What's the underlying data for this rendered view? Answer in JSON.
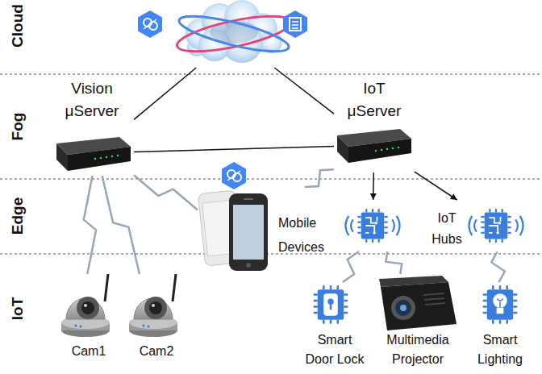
{
  "diagram": {
    "nodes": [
      {
        "text": [
          "Cloud"
        ]
      },
      {
        "text": [],
        "in": 0
      },
      {
        "text": [
          "Fog"
        ]
      },
      {
        "text": [
          "Vision μServer"
        ],
        "in": 2
      },
      {
        "text": [
          "IoT μServer"
        ],
        "in": 2
      },
      {
        "text": [
          "Edge"
        ]
      },
      {
        "text": [
          "Mobile Devices"
        ],
        "in": 5
      },
      {
        "text": [],
        "in": 5
      },
      {
        "text": [
          "IoT Hubs"
        ],
        "in": 5
      },
      {
        "text": [
          "IoT"
        ]
      },
      {
        "text": [
          "Cam1"
        ],
        "in": 9
      },
      {
        "text": [
          "Cam2"
        ],
        "in": 9
      },
      {
        "text": [
          "Smart Door Lock"
        ],
        "in": 9
      },
      {
        "text": [
          "Multimedia Projector"
        ],
        "in": 9
      },
      {
        "text": [
          "Smart Lighting"
        ],
        "in": 9
      }
    ],
    "edges": [
      {
        "from": 1,
        "to": 3,
        "arrow": "none"
      },
      {
        "from": 1,
        "to": 4,
        "arrow": "none"
      },
      {
        "from": 3,
        "to": 4,
        "arrow": "none"
      },
      {
        "from": 3,
        "to": 6,
        "arrow": "none"
      },
      {
        "from": 4,
        "to": 6,
        "arrow": "none"
      },
      {
        "from": 4,
        "to": 7,
        "arrow": "to"
      },
      {
        "from": 4,
        "to": 8,
        "arrow": "to"
      },
      {
        "from": 10,
        "to": 3,
        "arrow": "none"
      },
      {
        "from": 11,
        "to": 3,
        "arrow": "none"
      },
      {
        "from": 7,
        "to": 12,
        "arrow": "none"
      },
      {
        "from": 7,
        "to": 13,
        "arrow": "none"
      },
      {
        "from": 8,
        "to": 14,
        "arrow": "none"
      }
    ]
  }
}
